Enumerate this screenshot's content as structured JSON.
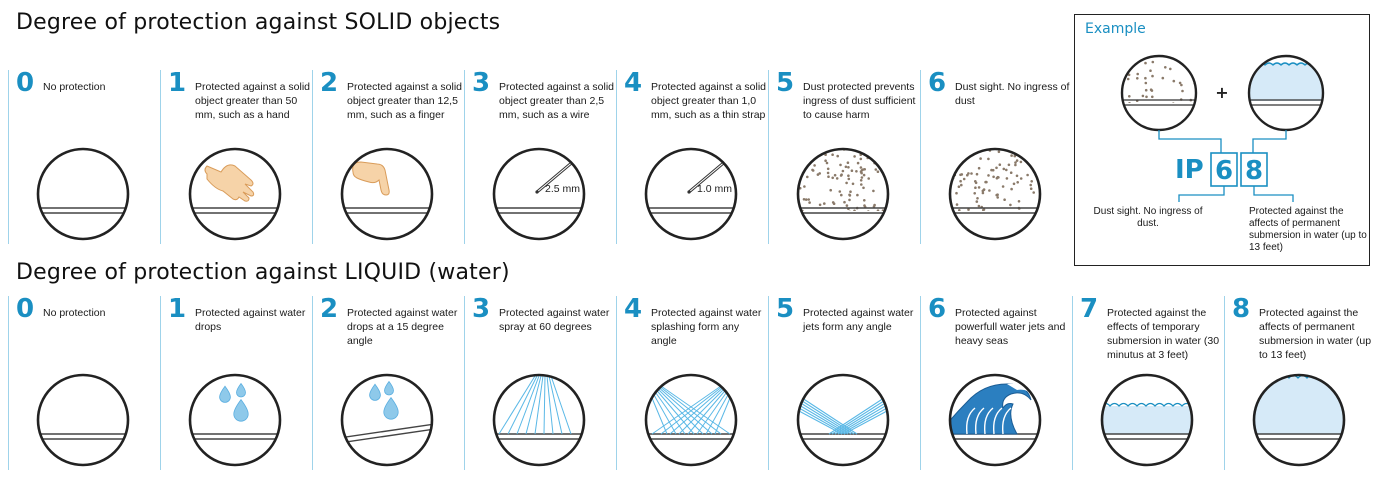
{
  "solid": {
    "title": "Degree of protection against SOLID objects",
    "items": [
      {
        "num": "0",
        "text": "No protection",
        "kind": "none"
      },
      {
        "num": "1",
        "text": "Protected against a solid object greater than 50 mm, such as a hand",
        "kind": "hand"
      },
      {
        "num": "2",
        "text": "Protected against a solid object greater than 12,5 mm, such as a finger",
        "kind": "finger"
      },
      {
        "num": "3",
        "text": "Protected against a solid object greater than 2,5 mm, such as a wire",
        "kind": "wire",
        "label": "2.5 mm"
      },
      {
        "num": "4",
        "text": "Protected against a solid object greater than 1,0 mm, such as a thin strap",
        "kind": "wire",
        "label": "1.0 mm"
      },
      {
        "num": "5",
        "text": "Dust protected prevents ingress of dust sufficient to cause harm",
        "kind": "dust"
      },
      {
        "num": "6",
        "text": "Dust sight. No ingress of dust",
        "kind": "dust"
      }
    ]
  },
  "liquid": {
    "title": "Degree of protection against LIQUID (water)",
    "items": [
      {
        "num": "0",
        "text": "No protection",
        "kind": "none"
      },
      {
        "num": "1",
        "text": "Protected against water drops",
        "kind": "drops"
      },
      {
        "num": "2",
        "text": "Protected against water drops at  a 15 degree angle",
        "kind": "drops-tilt"
      },
      {
        "num": "3",
        "text": "Protected against water spray at 60 degrees",
        "kind": "spray"
      },
      {
        "num": "4",
        "text": "Protected against water splashing form any angle",
        "kind": "splash"
      },
      {
        "num": "5",
        "text": "Protected against water jets form any angle",
        "kind": "jets"
      },
      {
        "num": "6",
        "text": "Protected against powerfull water jets and heavy seas",
        "kind": "wave"
      },
      {
        "num": "7",
        "text": "Protected against the effects of temporary submersion in water (30 minutus at 3 feet)",
        "kind": "submerge-temp"
      },
      {
        "num": "8",
        "text": "Protected against the affects of permanent submersion in water (up to 13 feet)",
        "kind": "submerge-perm"
      }
    ]
  },
  "example": {
    "title": "Example",
    "plus": "+",
    "code_prefix": "IP",
    "digit_solid": "6",
    "digit_liquid": "8",
    "note_solid": "Dust sight. No ingress of dust.",
    "note_liquid": "Protected against the affects of permanent submersion in water (up to 13 feet)"
  },
  "colors": {
    "accent": "#1a8fc2",
    "water": "#d6eaf8",
    "water_line": "#1a8fc2",
    "skin": "#f6d3a8",
    "dust": "#8a7a6a"
  }
}
